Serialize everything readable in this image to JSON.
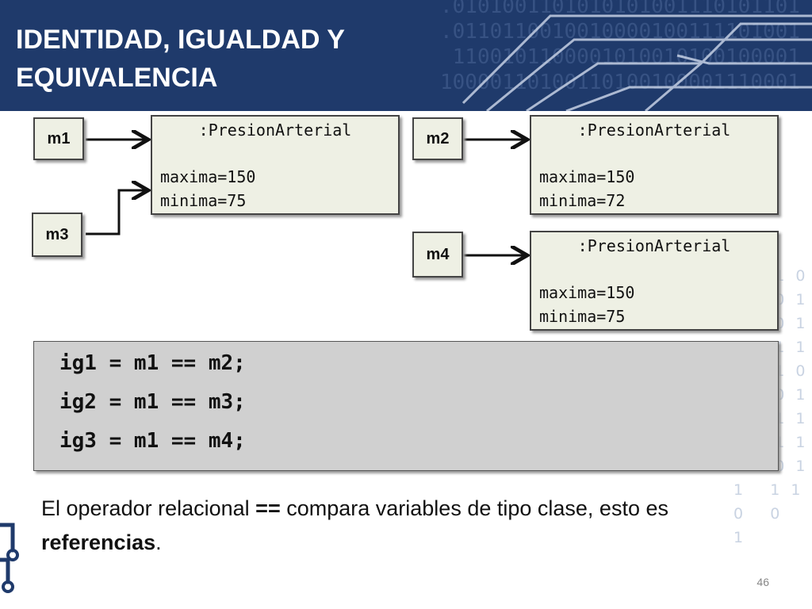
{
  "header": {
    "title_line1": "IDENTIDAD, IGUALDAD Y",
    "title_line2": "EQUIVALENCIA",
    "binary_decoration": ".0101001101010101001110101101\n.0110110010010000100111101001\n 1100101100001010010100100001\n10000110100110100100001110001"
  },
  "variables": {
    "m1": "m1",
    "m2": "m2",
    "m3": "m3",
    "m4": "m4"
  },
  "objects": [
    {
      "class": ":PresionArterial",
      "attr1": "maxima=150",
      "attr2": "minima=75"
    },
    {
      "class": ":PresionArterial",
      "attr1": "maxima=150",
      "attr2": "minima=72"
    },
    {
      "class": ":PresionArterial",
      "attr1": "maxima=150",
      "attr2": "minima=75"
    }
  ],
  "code": [
    "ig1 = m1 == m2;",
    "ig2 = m1 == m3;",
    "ig3 = m1 == m4;"
  ],
  "description": {
    "part1": "El operador relacional ",
    "operator": "==",
    "part2": " compara variables de tipo clase, esto es ",
    "bold_word": "referencias",
    "end": "."
  },
  "side_binary": "0 0 1 0 0\n0 0 0 1 1\n1 1 0 1 0\n0 1 1 1 0\n0 1 1 0 0\n1 0 0 1 1\n1 1 1 1 0\n0 1 1 1 0\n1 0 0 1\n1   1 1\n0   0\n1",
  "page_number": "46",
  "colors": {
    "header_bg": "#1f3a6b",
    "box_fill": "#eef0e4",
    "code_bg": "#d0d0d0",
    "logo": "#1f3a6b"
  }
}
